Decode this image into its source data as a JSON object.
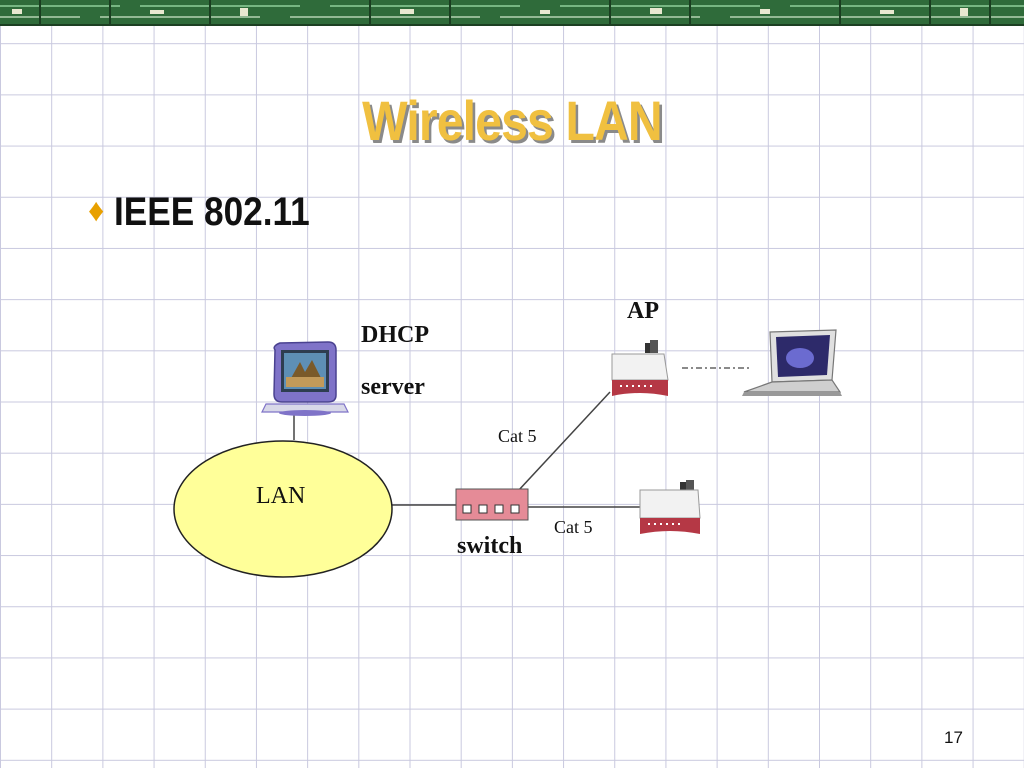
{
  "slide": {
    "title": "Wireless LAN",
    "bullet": "IEEE 802.11",
    "page_number": "17"
  },
  "diagram": {
    "nodes": {
      "dhcp_label_line1": "DHCP",
      "dhcp_label_line2": "server",
      "lan_label": "LAN",
      "switch_label": "switch",
      "ap_label": "AP"
    },
    "links": {
      "cat5_upper": "Cat 5",
      "cat5_lower": "Cat 5"
    }
  },
  "icons": {
    "bullet": "diamond-bullet-icon",
    "server": "desktop-computer-icon",
    "access_point_1": "access-point-icon",
    "access_point_2": "access-point-icon",
    "laptop": "laptop-icon"
  },
  "colors": {
    "title": "#f0c040",
    "lan_fill": "#ffff99",
    "switch_fill": "#e58b97",
    "banner": "#2f6b3a"
  }
}
